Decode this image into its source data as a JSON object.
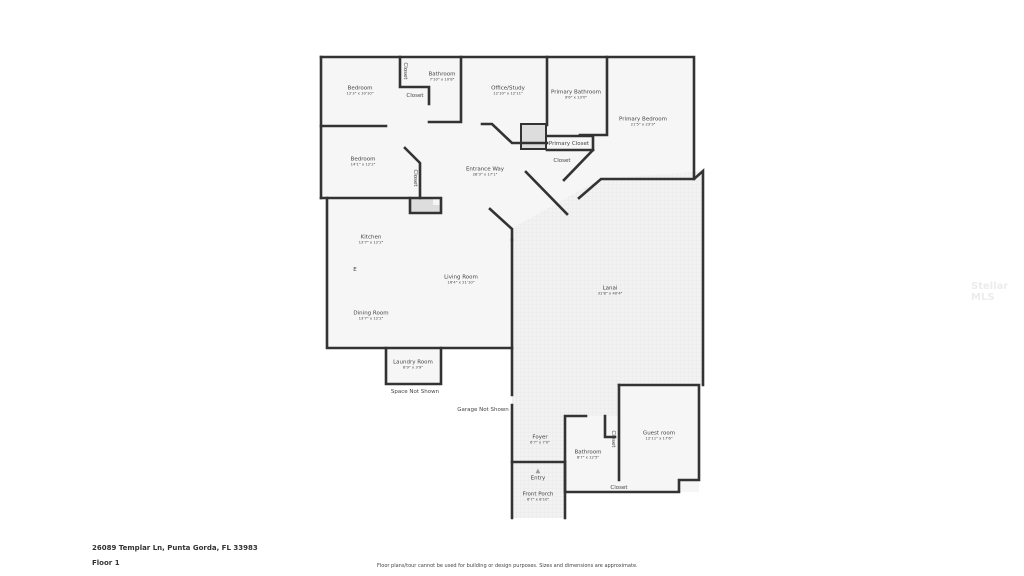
{
  "address": "26089 Templar Ln, Punta Gorda, FL 33983",
  "floor": "Floor 1",
  "disclaimer": "Floor plans/tour cannot be used for building or design purposes. Sizes and dimensions are approximate.",
  "watermark": "Stellar MLS",
  "rooms": [
    {
      "name": "Bedroom",
      "dims": "12'3\" x 10'10\""
    },
    {
      "name": "Bathroom",
      "dims": "7'10\" x 10'8\""
    },
    {
      "name": "Office/Study",
      "dims": "12'10\" x 12'11\""
    },
    {
      "name": "Primary Bathroom",
      "dims": "9'6\" x 13'0\""
    },
    {
      "name": "Primary Bedroom",
      "dims": "21'5\" x 23'3\""
    },
    {
      "name": "Bedroom",
      "dims": "14'1\" x 12'2\""
    },
    {
      "name": "Entrance Way",
      "dims": "28'3\" x 17'1\""
    },
    {
      "name": "Kitchen",
      "dims": "13'7\" x 12'2\""
    },
    {
      "name": "Living Room",
      "dims": "16'4\" x 21'10\""
    },
    {
      "name": "Dining Room",
      "dims": "13'7\" x 12'2\""
    },
    {
      "name": "Lanai",
      "dims": "31'8\" x 40'4\""
    },
    {
      "name": "Laundry Room",
      "dims": "8'9\" x 3'9\""
    },
    {
      "name": "Foyer",
      "dims": "6'7\" x 7'0\""
    },
    {
      "name": "Guest room",
      "dims": "12'11\" x 17'6\""
    },
    {
      "name": "Bathroom",
      "dims": "8'7\" x 12'5\""
    },
    {
      "name": "Front Porch",
      "dims": "6'7\" x 8'10\""
    }
  ],
  "labels": {
    "closet": "Closet",
    "primary_closet": "Primary Closet",
    "entry": "Entry",
    "space_not_shown": "Space Not Shown",
    "garage_not_shown": "Garage Not Shown",
    "fridge": "E"
  }
}
